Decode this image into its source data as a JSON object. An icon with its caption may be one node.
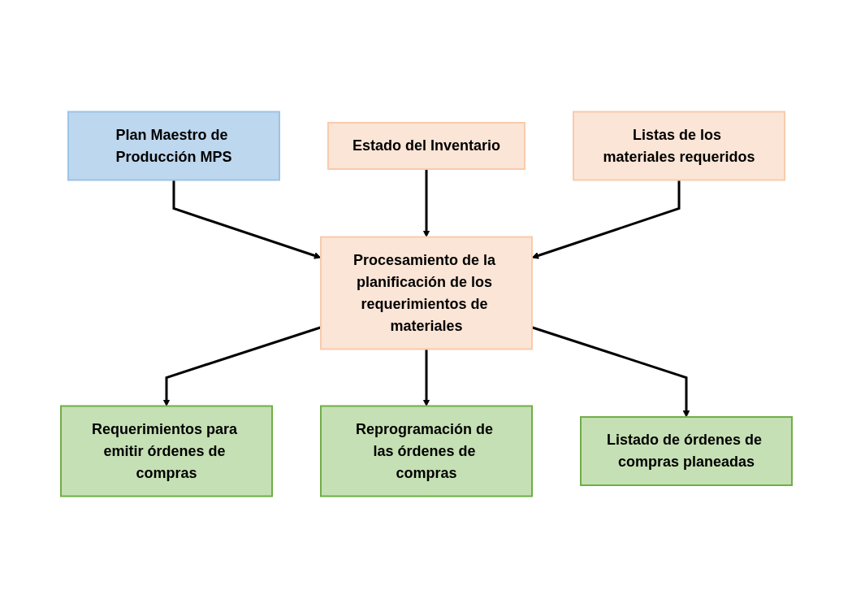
{
  "diagram": {
    "nodes": [
      {
        "text": [
          "Plan Maestro de Producción MPS"
        ]
      },
      {
        "text": [
          "Estado del Inventario"
        ]
      },
      {
        "text": [
          "Procesamiento de la planificación de los requerimientos de materiales"
        ]
      },
      {
        "text": [
          "Listas de los materiales requeridos"
        ]
      },
      {
        "text": [
          "Requerimientos para emitir órdenes de compras"
        ]
      },
      {
        "text": [
          "Reprogramación de las órdenes de compras"
        ]
      },
      {
        "text": [
          "Listado de órdenes de compras planeadas"
        ]
      }
    ],
    "edges": [
      {
        "from": 0,
        "to": 2,
        "arrow": "to"
      },
      {
        "from": 1,
        "to": 2,
        "arrow": "to"
      },
      {
        "from": 3,
        "to": 2,
        "arrow": "to"
      },
      {
        "from": 2,
        "to": 4,
        "arrow": "to"
      },
      {
        "from": 2,
        "to": 5,
        "arrow": "to"
      },
      {
        "from": 2,
        "to": 6,
        "arrow": "to"
      }
    ]
  }
}
